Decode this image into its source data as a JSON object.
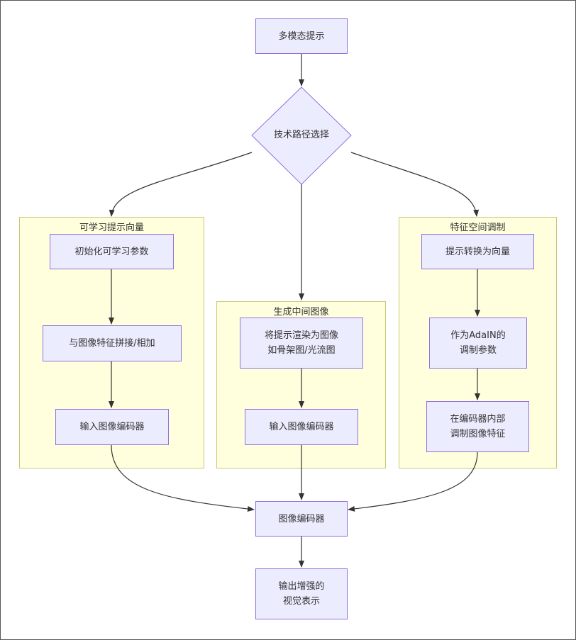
{
  "colors": {
    "node_fill": "#ececff",
    "node_border": "#9370db",
    "cluster_fill": "#ffffde",
    "cluster_border": "#c8c87a",
    "edge": "#333333"
  },
  "nodes": {
    "start": "多模态提示",
    "decision": "技术路径选择",
    "encoder": "图像编码器",
    "output_line1": "输出增强的",
    "output_line2": "视觉表示"
  },
  "clusters": {
    "left": {
      "title": "可学习提示向量",
      "step1": "初始化可学习参数",
      "step2": "与图像特征拼接/相加",
      "step3": "输入图像编码器"
    },
    "middle": {
      "title": "生成中间图像",
      "step1_line1": "将提示渲染为图像",
      "step1_line2": "如骨架图/光流图",
      "step2": "输入图像编码器"
    },
    "right": {
      "title": "特征空间调制",
      "step1": "提示转换为向量",
      "step2_line1": "作为AdaIN的",
      "step2_line2": "调制参数",
      "step3_line1": "在编码器内部",
      "step3_line2": "调制图像特征"
    }
  }
}
